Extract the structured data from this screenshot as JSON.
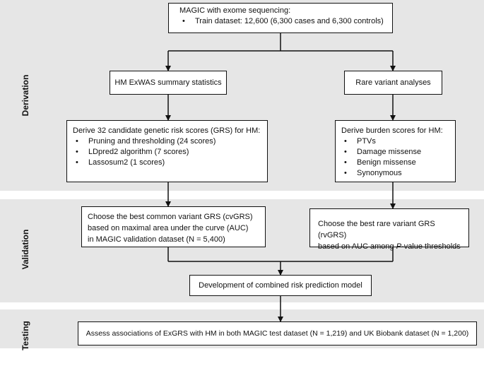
{
  "sections": {
    "derivation": "Derivation",
    "validation": "Validation",
    "testing": "Testing"
  },
  "boxes": {
    "magic": {
      "title": "MAGIC with exome sequencing:",
      "items": [
        "Train dataset: 12,600 (6,300 cases and 6,300 controls)"
      ]
    },
    "hm_exwas": "HM ExWAS summary statistics",
    "rare_variant": "Rare variant analyses",
    "derive_grs": {
      "title": "Derive 32 candidate genetic risk scores (GRS) for HM:",
      "items": [
        "Pruning and thresholding (24 scores)",
        "LDpred2 algorithm (7 scores)",
        "Lassosum2 (1 scores)"
      ]
    },
    "derive_burden": {
      "title": "Derive burden scores for HM:",
      "items": [
        "PTVs",
        "Damage missense",
        "Benign missense",
        "Synonymous"
      ]
    },
    "cvgrs": {
      "lines": [
        "Choose the best common variant GRS (cvGRS)",
        "based on maximal area under the curve (AUC)",
        "in MAGIC validation dataset (N = 5,400)"
      ]
    },
    "rvgrs": {
      "line1": "Choose the best rare variant GRS (rvGRS)",
      "line2_pre": "based on AUC among ",
      "line2_italic": "P",
      "line2_post": "-value thresholds"
    },
    "combined": "Development of combined risk prediction model",
    "assess": "Assess associations of ExGRS with HM in both MAGIC test dataset (N = 1,219) and UK Biobank dataset (N = 1,200)"
  },
  "colors": {
    "band": "#e6e6e6",
    "stroke": "#111111"
  }
}
